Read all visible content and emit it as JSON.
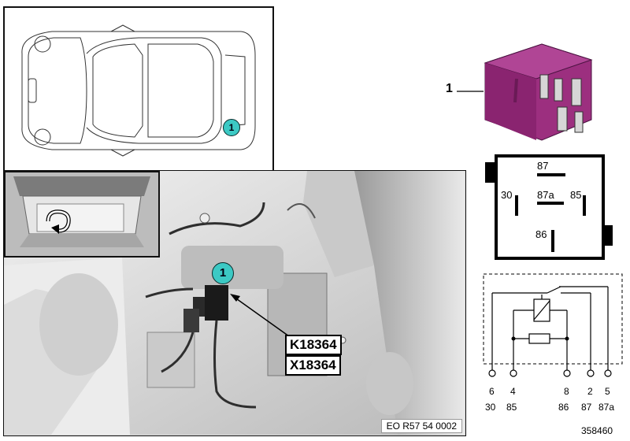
{
  "callouts": {
    "car_marker": "1",
    "photo_marker": "1",
    "relay_part": "1"
  },
  "connectors": {
    "relay": "K18364",
    "plug": "X18364"
  },
  "photo_code": "EO R57 54 0002",
  "diagram_id": "358460",
  "relay_face": {
    "pin_87": "87",
    "pin_30": "30",
    "pin_87a": "87a",
    "pin_85": "85",
    "pin_86": "86"
  },
  "circuit": {
    "pin_numbers": [
      "6",
      "4",
      "8",
      "2",
      "5"
    ],
    "terminal_labels": [
      "30",
      "85",
      "86",
      "87",
      "87a"
    ]
  },
  "colors": {
    "relay_body": "#9c2f7f",
    "callout_fill": "#3cc9c4"
  },
  "icons": [
    "car-outline",
    "rotate-arrow-icon",
    "relay-icon",
    "leader-arrow"
  ]
}
